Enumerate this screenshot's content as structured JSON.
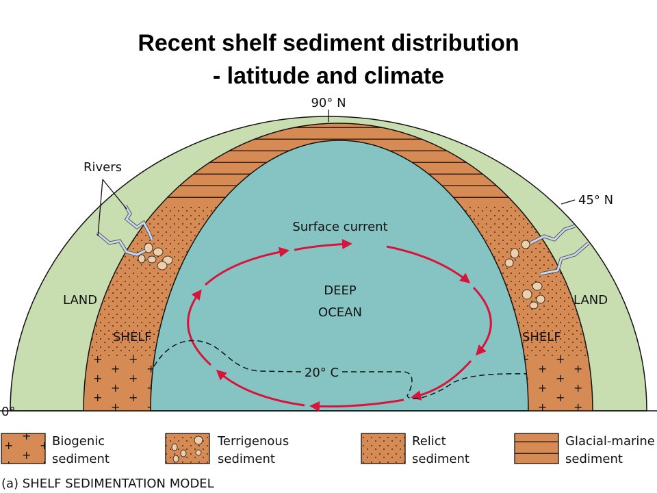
{
  "title": {
    "line1": "Recent shelf sediment distribution",
    "line2": "- latitude and climate"
  },
  "diagram": {
    "pole_label": "90° N",
    "mid_latitude_label": "45° N",
    "equator_label": "0°",
    "rivers_label": "Rivers",
    "land_left": "LAND",
    "land_right": "LAND",
    "shelf_left": "SHELF",
    "shelf_right": "SHELF",
    "ocean_line1": "DEEP",
    "ocean_line2": "OCEAN",
    "current_label": "Surface current",
    "isotherm_label": "20° C"
  },
  "legend": [
    {
      "line1": "Biogenic",
      "line2": "sediment"
    },
    {
      "line1": "Terrigenous",
      "line2": "sediment"
    },
    {
      "line1": "Relict",
      "line2": "sediment"
    },
    {
      "line1": "Glacial-marine",
      "line2": "sediment"
    }
  ],
  "caption": "(a) SHELF SEDIMENTATION MODEL",
  "colors": {
    "land": "#c8ddb0",
    "shelf": "#d68b55",
    "ocean": "#86c4c4",
    "current": "#d8143a",
    "river": "#c9d8f0"
  }
}
